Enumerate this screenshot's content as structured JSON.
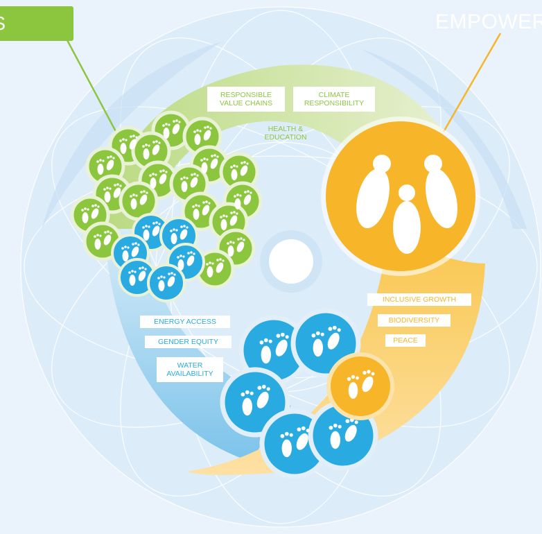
{
  "labels": {
    "green_corner": "S",
    "empower": "EMPOWER",
    "responsible_value_chains": "RESPONSIBLE VALUE CHAINS",
    "climate_responsibility": "CLIMATE RESPONSIBILITY",
    "health_education": "HEALTH & EDUCATION",
    "inclusive_growth": "INCLUSIVE GROWTH",
    "biodiversity": "BIODIVERSITY",
    "peace": "PEACE",
    "energy_access": "ENERGY ACCESS",
    "gender_equity": "GENDER EQUITY",
    "water_availability": "WATER AVAILABILITY"
  },
  "colors": {
    "green": "#8cc63f",
    "blue": "#29abe2",
    "orange": "#f7b52a",
    "background": "#eaf3fb",
    "pattern": "#d6e8f6"
  },
  "icons": [
    "footprints-icon",
    "people-icon"
  ]
}
